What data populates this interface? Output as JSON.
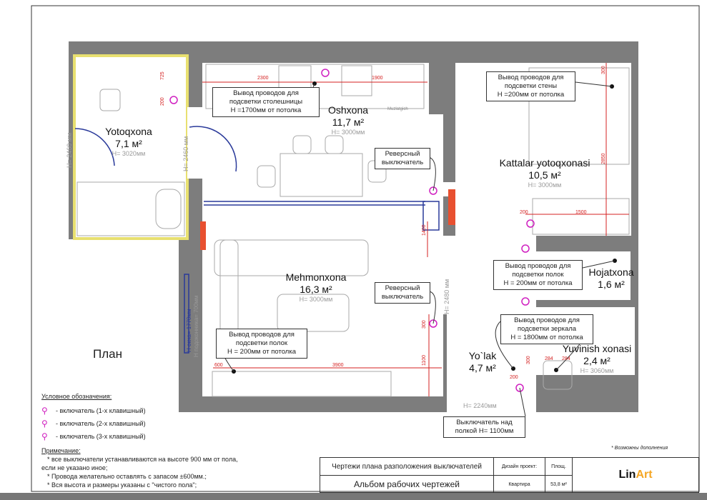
{
  "plan_label": "План",
  "rooms": [
    {
      "name": "Yotoqxona",
      "area": "7,1 м²",
      "height": "H= 3020мм"
    },
    {
      "name": "Oshxona",
      "area": "11,7 м²",
      "height": "H= 3000мм"
    },
    {
      "name": "Kattalar yotoqxonasi",
      "area": "10,5 м²",
      "height": "H= 3000мм"
    },
    {
      "name": "Mehmonxona",
      "area": "16,3 м²",
      "height": "H= 3000мм"
    },
    {
      "name": "Hojatxona",
      "area": "1,6 м²"
    },
    {
      "name": "Yuvinish xonasi",
      "area": "2,4 м²",
      "height": "H= 3060мм"
    },
    {
      "name": "Yo`lak",
      "area": "4,7 м²"
    }
  ],
  "callouts": [
    {
      "lines": [
        "Вывод проводов для",
        "подсветки столешницы",
        "Н =1700мм от потолка"
      ]
    },
    {
      "lines": [
        "Реверсный",
        "выключатель"
      ]
    },
    {
      "lines": [
        "Вывод проводов для",
        "подсветки стены",
        "Н =200мм от потолка"
      ]
    },
    {
      "lines": [
        "Реверсный",
        "выключатель"
      ]
    },
    {
      "lines": [
        "Вывод проводов для",
        "подсветки полок",
        "Н = 200мм от потолка"
      ]
    },
    {
      "lines": [
        "Вывод проводов для",
        "подсветки полок",
        "Н = 200мм от потолка"
      ]
    },
    {
      "lines": [
        "Вывод проводов для",
        "подсветки зеркала",
        "Н = 1800мм от потолка"
      ]
    },
    {
      "lines": [
        "Выключатель над",
        "полкой Н= 1100мм"
      ]
    }
  ],
  "dimensions": {
    "kitchen_left": "2300",
    "kitchen_right": "1900",
    "bed_top": "300",
    "bed_side": "2850",
    "bed_small": "200",
    "bed_wardrobe": "1500",
    "living_window": "1400",
    "living_switch": "300",
    "living_bottom_right": "1100",
    "living_left": "600",
    "living_width": "3900",
    "bath_a": "284",
    "bath_b": "284",
    "hall_a": "300",
    "hall_b": "200",
    "small_bed_a": "725",
    "small_bed_b": "200"
  },
  "wall_heights": {
    "bedroom_left": "H= 2460 мм",
    "bedroom_door": "H= 2460 мм",
    "hall": "H= 2480 мм",
    "entrance": "H= 2240мм",
    "window": "H окна= 1770мм",
    "sill": "H подоконника= 700мм"
  },
  "fixture_labels": {
    "fridge": "Muzlatgich"
  },
  "legend": {
    "title": "Условное обозначения:",
    "items": [
      {
        "symbol": "switch-1-icon",
        "label": "- включатель (1-х клавишный)"
      },
      {
        "symbol": "switch-2-icon",
        "label": "- включатель (2-х клавишный)"
      },
      {
        "symbol": "switch-3-icon",
        "label": "- включатель (3-х клавишный)"
      }
    ]
  },
  "notes": {
    "title": "Примечание:",
    "lines": [
      "*      все выключатели устанавливаются на высоте 900 мм от пола,",
      "если не указано иное;",
      "*      Провода желательно оставлять с запасом ±600мм.;",
      "*      Вся высота и размеры указаны с \"чистого пола\";"
    ]
  },
  "addition_note": "*     Возможны дополнения",
  "title_block": {
    "title": "Чертежи плана разположения выключателей",
    "subtitle": "Альбом рабочих чертежей",
    "design_label": "Дизайн проект:",
    "design_value": "Квартира",
    "area_label": "Площ.",
    "area_value": "53,8 м²",
    "logo_a": "Lin",
    "logo_b": "Art"
  },
  "colors": {
    "wall": "#7d7d7d",
    "dimension": "#d42020",
    "switch": "#d020c0",
    "logo_accent": "#f5a623",
    "window": "#2a3a9a"
  }
}
